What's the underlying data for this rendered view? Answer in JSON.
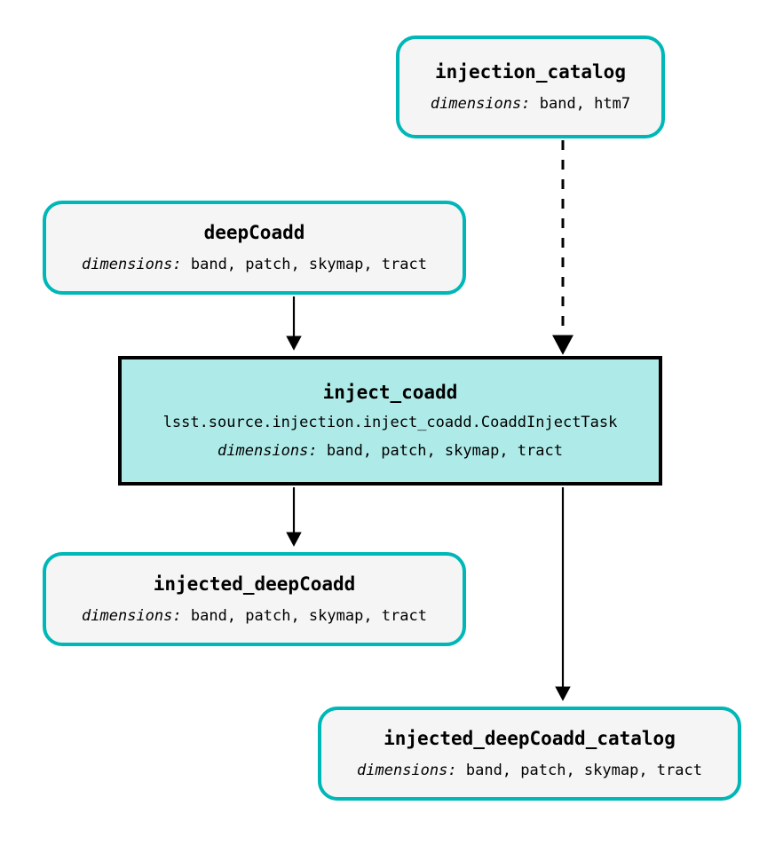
{
  "diagram": {
    "type": "pipeline-dag",
    "title": "",
    "colors": {
      "dataset_border": "#00b7b7",
      "dataset_fill": "#f5f5f5",
      "task_border": "#000000",
      "task_fill": "#aeebe8",
      "edge": "#000000",
      "background": "#ffffff"
    },
    "dims_label": "dimensions:",
    "nodes": [
      {
        "id": "injection_catalog",
        "kind": "dataset",
        "title": "injection_catalog",
        "dims_label": "dimensions:",
        "dims_value": "band, htm7"
      },
      {
        "id": "deepCoadd",
        "kind": "dataset",
        "title": "deepCoadd",
        "dims_label": "dimensions:",
        "dims_value": "band, patch, skymap, tract"
      },
      {
        "id": "inject_coadd",
        "kind": "task",
        "title": "inject_coadd",
        "class_path": "lsst.source.injection.inject_coadd.CoaddInjectTask",
        "dims_label": "dimensions:",
        "dims_value": "band, patch, skymap, tract"
      },
      {
        "id": "injected_deepCoadd",
        "kind": "dataset",
        "title": "injected_deepCoadd",
        "dims_label": "dimensions:",
        "dims_value": "band, patch, skymap, tract"
      },
      {
        "id": "injected_deepCoadd_catalog",
        "kind": "dataset",
        "title": "injected_deepCoadd_catalog",
        "dims_label": "dimensions:",
        "dims_value": "band, patch, skymap, tract"
      }
    ],
    "edges": [
      {
        "id": "edge-injection_catalog-inject_coadd",
        "from": "injection_catalog",
        "to": "inject_coadd",
        "style": "dashed",
        "arrow": "triangle"
      },
      {
        "id": "edge-deepCoadd-inject_coadd",
        "from": "deepCoadd",
        "to": "inject_coadd",
        "style": "solid",
        "arrow": "triangle"
      },
      {
        "id": "edge-inject_coadd-injected_deepCoadd",
        "from": "inject_coadd",
        "to": "injected_deepCoadd",
        "style": "solid",
        "arrow": "triangle"
      },
      {
        "id": "edge-inject_coadd-injected_deepCoadd_catalog",
        "from": "inject_coadd",
        "to": "injected_deepCoadd_catalog",
        "style": "solid",
        "arrow": "triangle"
      }
    ]
  }
}
